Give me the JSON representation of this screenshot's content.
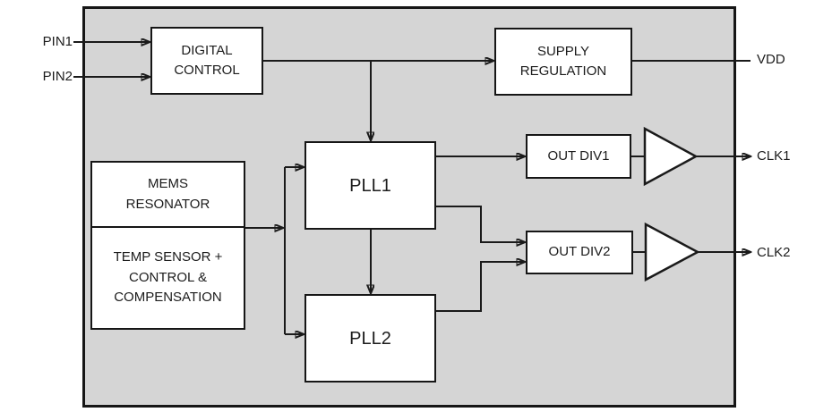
{
  "colors": {
    "chip_fill": "#d5d5d5",
    "block_fill": "#ffffff",
    "line": "#1a1a1a",
    "background": "#ffffff"
  },
  "pins": {
    "inputs": [
      {
        "label": "PIN1"
      },
      {
        "label": "PIN2"
      }
    ],
    "outputs": [
      {
        "label": "VDD"
      },
      {
        "label": "CLK1"
      },
      {
        "label": "CLK2"
      }
    ]
  },
  "blocks": {
    "digital_control": {
      "label": "DIGITAL\nCONTROL"
    },
    "supply_regulation": {
      "label": "SUPPLY\nREGULATION"
    },
    "mems_resonator": {
      "label": "MEMS\nRESONATOR"
    },
    "temp_sensor": {
      "label": "TEMP SENSOR +\nCONTROL &\nCOMPENSATION"
    },
    "pll1": {
      "label": "PLL1"
    },
    "pll2": {
      "label": "PLL2"
    },
    "out_div1": {
      "label": "OUT DIV1"
    },
    "out_div2": {
      "label": "OUT DIV2"
    }
  }
}
